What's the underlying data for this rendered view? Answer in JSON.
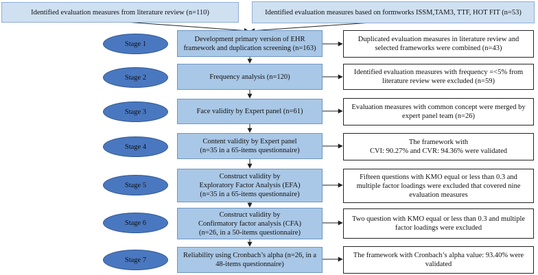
{
  "colors": {
    "top_box": "#cfe0f1",
    "process_box": "#a9c7e6",
    "stage_ellipse": "#4a78c0",
    "outcome_box": "#ffffff",
    "arrow": "#222222"
  },
  "top": {
    "left_text": "Identified evaluation measures from literature review (n=110)",
    "right_text": "Identified evaluation measures based on formworks ISSM,TAM3, TTF, HOT FIT (n=53)"
  },
  "stages": [
    {
      "label": "Stage 1",
      "process": "Development primary version of EHR framework and duplication screening (n=163)",
      "outcome": "Duplicated evaluation measures in literature review and selected frameworks were combined (n=43)"
    },
    {
      "label": "Stage 2",
      "process": "Frequency analysis (n=120)",
      "outcome": "Identified evaluation measures with frequency =<5% from literature review were excluded (n=59)"
    },
    {
      "label": "Stage 3",
      "process": "Face validity by Expert panel (n=61)",
      "outcome": "Evaluation measures with common concept were merged by expert panel team (n=26)"
    },
    {
      "label": "Stage 4",
      "process": "Content validity by Expert panel\n(n=35 in a 65-items questionnaire)",
      "outcome": "The framework with\nCVI: 90.27% and CVR: 94.36% were validated"
    },
    {
      "label": "Stage 5",
      "process": "Construct validity by\nExploratory Factor Analysis (EFA)\n(n=35 in a 65-items questionnaire)",
      "outcome": "Fifteen questions with KMO equal or less than 0.3 and multiple factor loadings were excluded that covered nine evaluation measures"
    },
    {
      "label": "Stage 6",
      "process": "Construct validity by\nConfirmatory factor analysis (CFA)\n(n=26, in a 50-items questionnaire)",
      "outcome": "Two question with KMO equal or less than 0.3 and multiple factor loadings were excluded"
    },
    {
      "label": "Stage 7",
      "process": "Reliability using Cronbach’s alpha (n=26, in a 48-items questionnaire)",
      "outcome": "The framework with Cronbach’s alpha value: 93.40% were validated"
    }
  ]
}
